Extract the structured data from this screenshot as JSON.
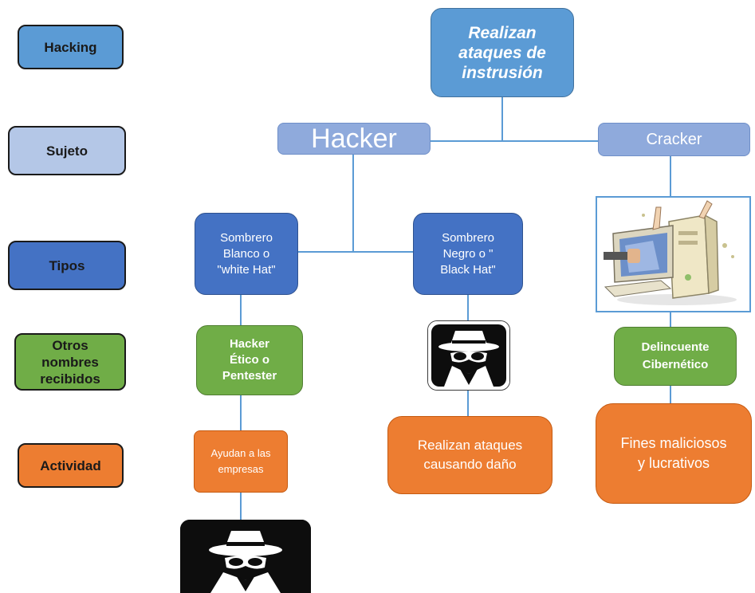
{
  "legend": {
    "hacking": "Hacking",
    "sujeto": "Sujeto",
    "tipos": "Tipos",
    "otros": "Otros\nnombres\nrecibidos",
    "actividad": "Actividad"
  },
  "nodes": {
    "top": "Realizan\nataques de\ninstrusión",
    "hacker": "Hacker",
    "cracker": "Cracker",
    "white_hat": "Sombrero\nBlanco o\n\"white Hat\"",
    "black_hat": "Sombrero\nNegro o \"\nBlack Hat\"",
    "hacker_etico": "Hacker\nÉtico o\nPentester",
    "delincuente": "Delincuente\nCibernético",
    "ayudan": "Ayudan a las\nempresas",
    "realizan_danio": "Realizan ataques\ncausando daño",
    "fines": "Fines maliciosos\ny lucrativos"
  },
  "icons": {
    "black_spy": "spy-black-icon",
    "white_spy": "spy-white-icon",
    "cracker_computer": "cracker-computer-illustration"
  },
  "colors": {
    "hacking": "#5b9bd5",
    "sujeto": "#8faadc",
    "tipos": "#4472c4",
    "otros": "#70ad47",
    "actividad": "#ed7d31",
    "connector": "#5b9bd5"
  }
}
